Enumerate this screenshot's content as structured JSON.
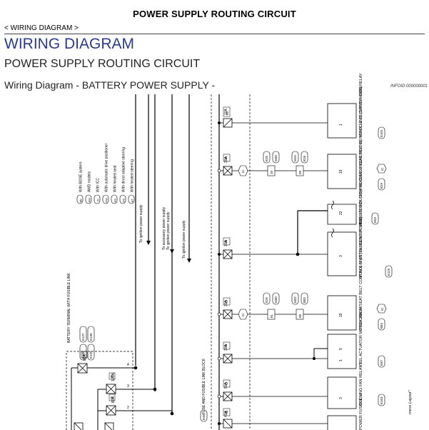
{
  "header": {
    "title": "POWER SUPPLY ROUTING CIRCUIT",
    "breadcrumb": "< WIRING DIAGRAM >"
  },
  "section_title": "WIRING DIAGRAM",
  "subsection_title": "POWER SUPPLY ROUTING CIRCUIT",
  "diagram_title": "Wiring Diagram - BATTERY POWER SUPPLY -",
  "info_id": "INFOID:000000001",
  "legend": [
    {
      "code": "BE",
      "text": "With BOSE system"
    },
    {
      "code": "AW",
      "text": "AWD models"
    },
    {
      "code": "IC",
      "text": "With ICC"
    },
    {
      "code": "PM",
      "text": "With automatic drive positioner"
    },
    {
      "code": "HS",
      "text": "With heated seat"
    },
    {
      "code": "DS",
      "text": "With direct adaptive steering"
    },
    {
      "code": "HT",
      "text": "With heated steering"
    }
  ],
  "ignition_labels": {
    "a": "To ignition power supply",
    "b": "To accessory power supply",
    "c": "To ignition power supply",
    "d": "To ignition power supply"
  },
  "battery_block": {
    "title": "BATTERY TERMINAL WITH FUSIBLE LINK",
    "connectors": [
      "E127",
      "E128",
      "E130",
      "E129"
    ],
    "fuses": [
      {
        "amp": "80A",
        "id": "F",
        "pin": "4"
      },
      {
        "amp": "100A",
        "id": "E",
        "pin": "3"
      },
      {
        "amp": "80A",
        "id": "D",
        "pin": "2"
      },
      {
        "amp": "",
        "id": "",
        "pin": ""
      }
    ]
  },
  "fusible_block": {
    "title": "FUSE AND FUSIBLE LINK BLOCK",
    "connector": "E46",
    "fuses": [
      {
        "amp": "10A",
        "id": "55"
      },
      {
        "amp": "30A",
        "id": "S"
      },
      {
        "amp": "30A",
        "id": "R"
      },
      {
        "amp": "30A",
        "id": "Q"
      },
      {
        "amp": "30A",
        "id": "P"
      },
      {
        "amp": "50A",
        "id": "O"
      },
      {
        "amp": "40A",
        "id": "M"
      }
    ]
  },
  "option_tags": [
    "IC",
    "IC"
  ],
  "connectors_row1": {
    "top": [
      "E25",
      "M40",
      "M19",
      "B18"
    ],
    "bottom": [
      "10",
      "98"
    ]
  },
  "connectors_row2": {
    "top": [
      "E25",
      "M40",
      "M22",
      "B82"
    ],
    "bottom": [
      "81",
      "98"
    ]
  },
  "components": [
    {
      "pin": "1",
      "title": "VEHICLE SECURITY HORN RELAY",
      "conn": "E101"
    },
    {
      "pin": "19",
      "title": "PRE-CRASH SEAT BELT CONTROL UNIT (DRIVER SIDE)",
      "conn": "B19"
    },
    {
      "pin": "22",
      "title": "FUSE BLOCK (J/B)",
      "conn": "E53"
    },
    {
      "pin": "3",
      "title": "IPDM E/R (INTELLIGENT POWER DISTRIBUTION MODULE ENGINE ROOM)",
      "conn": "E119"
    },
    {
      "pin": "19",
      "title": "PRE-CRASH SEAT BELT CONTROL UNIT (PASSENGER SIDE)",
      "conn": "B84"
    },
    {
      "pin": "5",
      "pin2": "1",
      "title": "VVEL ACTUATOR MOTOR RELAY",
      "conn": "E87"
    },
    {
      "pin": "3",
      "title": "COOLING FAN RELAY 1",
      "conn": "E103"
    },
    {
      "pin": "",
      "title": "POWER FUSIBLE M",
      "conn": ""
    }
  ],
  "side_note": "rness Layout\"."
}
